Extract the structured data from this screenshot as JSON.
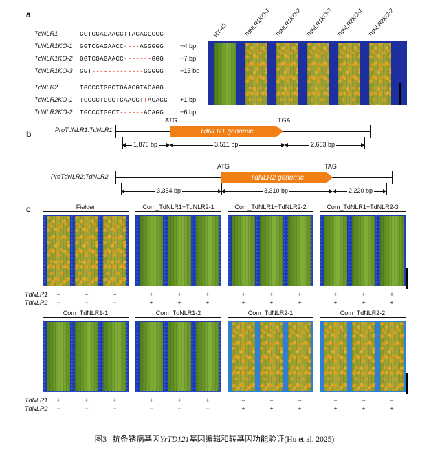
{
  "panel_labels": {
    "a": "a",
    "b": "b",
    "c": "c"
  },
  "panel_a": {
    "rows": [
      {
        "label": "TdNLR1",
        "seq": "GGTCGAGAACCTTACAGGGGG",
        "suffix": "",
        "del": "",
        "tail": ""
      },
      {
        "label": "TdNLR1KO-1",
        "seq": "GGTCGAGAACC",
        "del": "----",
        "tail": "AGGGGG",
        "suffix": "−4 bp"
      },
      {
        "label": "TdNLR1KO-2",
        "seq": "GGTCGAGAACC",
        "del": "-------",
        "tail": "GGG",
        "suffix": "−7 bp"
      },
      {
        "label": "TdNLR1KO-3",
        "seq": "GGT",
        "del": "-------------",
        "tail": "GGGGG",
        "suffix": "−13 bp"
      },
      {
        "label": "TdNLR2",
        "seq": "TGCCCTGGCTGAACGTACAGG",
        "del": "",
        "tail": "",
        "suffix": ""
      },
      {
        "label": "TdNLR2KO-1",
        "seq": "TGCCCTGGCTGAACGT",
        "del": "T",
        "tail": "ACAGG",
        "suffix": "+1 bp"
      },
      {
        "label": "TdNLR2KO-2",
        "seq": "TGCCCTGGCT",
        "del": "------",
        "tail": "ACAGG",
        "suffix": "−6 bp"
      }
    ],
    "lines": [
      "HY-45",
      "TdNLR1KO-1",
      "TdNLR1KO-2",
      "TdNLR1KO-3",
      "TdNLR2KO-1",
      "TdNLR2KO-2"
    ]
  },
  "panel_b": {
    "construct1": {
      "name": "ProTdNLR1:TdNLR1",
      "gene": "TdNLR1 genomic",
      "start": "ATG",
      "stop": "TGA",
      "promoter": "1,876 bp",
      "genomic": "3,511 bp",
      "terminator": "2,663 bp"
    },
    "construct2": {
      "name": "ProTdNLR2:TdNLR2",
      "gene": "TdNLR2 genomic",
      "start": "ATG",
      "stop": "TAG",
      "promoter": "3,354 bp",
      "genomic": "3,310 bp",
      "terminator": "2,220 bp"
    }
  },
  "panel_c": {
    "row1_groups": [
      "Fielder",
      "Com_TdNLR1+TdNLR2-1",
      "Com_TdNLR1+TdNLR2-2",
      "Com_TdNLR1+TdNLR2-3"
    ],
    "row2_groups": [
      "Com_TdNLR1-1",
      "Com_TdNLR1-2",
      "Com_TdNLR2-1",
      "Com_TdNLR2-2"
    ],
    "row_labels": [
      "TdNLR1",
      "TdNLR2"
    ],
    "row1_signs": {
      "TdNLR1": [
        "−",
        "−",
        "−",
        "+",
        "+",
        "+",
        "+",
        "+",
        "+",
        "+",
        "+",
        "+"
      ],
      "TdNLR2": [
        "−",
        "−",
        "−",
        "+",
        "+",
        "+",
        "+",
        "+",
        "+",
        "+",
        "+",
        "+"
      ]
    },
    "row2_signs": {
      "TdNLR1": [
        "+",
        "+",
        "+",
        "+",
        "+",
        "+",
        "−",
        "−",
        "−",
        "−",
        "−",
        "−"
      ],
      "TdNLR2": [
        "−",
        "−",
        "−",
        "−",
        "−",
        "−",
        "+",
        "+",
        "+",
        "+",
        "+",
        "+"
      ]
    }
  },
  "caption": {
    "prefix": "图3",
    "text1": "抗条锈病基因",
    "gene": "YrTD121",
    "text2": "基因编辑和转基因功能验证(Hu et al. 2025)"
  }
}
